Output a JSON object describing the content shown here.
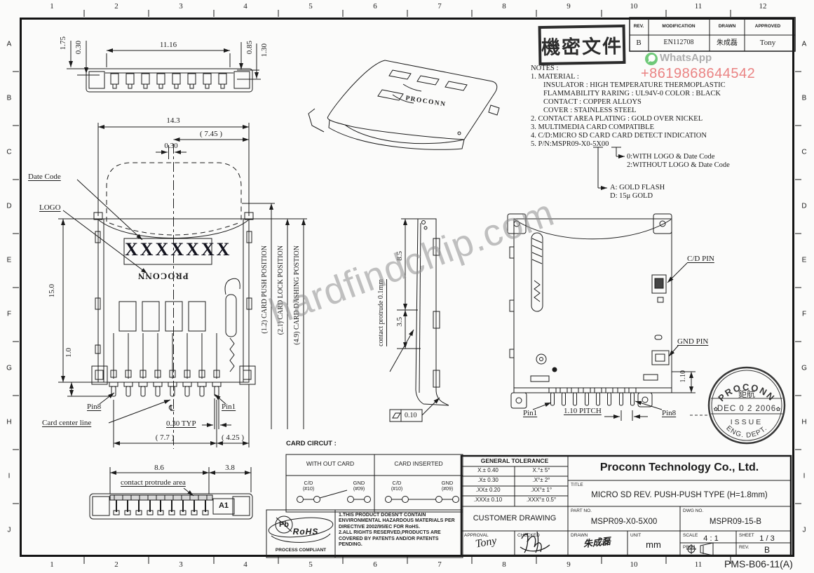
{
  "frame": {
    "cols": [
      "1",
      "2",
      "3",
      "4",
      "5",
      "6",
      "7",
      "8",
      "9",
      "10",
      "11",
      "12"
    ],
    "rows": [
      "A",
      "B",
      "C",
      "D",
      "E",
      "F",
      "G",
      "H",
      "I",
      "J"
    ],
    "doc_code": "PMS-B06-11(A)"
  },
  "colors": {
    "phone_red": "#ea8383",
    "whatsapp_green": "#57c163",
    "watermark_gray": "#8f8f8f"
  },
  "watermarks": {
    "site": "hardfindchip.com",
    "whatsapp": "WhatsApp",
    "phone": "+8619868644542"
  },
  "stamps": {
    "confidential": "機密文件",
    "issue": {
      "company": "PROCONN",
      "cn": "鉅航",
      "date": "DEC 0 2 2006",
      "label": "ISSUE",
      "dept": "ENG.  DEPT.",
      "flower": "✿"
    }
  },
  "rev_table": {
    "h": [
      "REV.",
      "MODIFICATION",
      "DRAWN",
      "APPROVED"
    ],
    "r": [
      "B",
      "EN112708",
      "朱成磊",
      "Tony"
    ]
  },
  "notes": {
    "l0": "NOTES :",
    "l1": "1. MATERIAL :",
    "l2": "INSULATOR : HIGH TEMPERATURE THERMOPLASTIC",
    "l3": "FLAMMABILITY RARING : UL94V-0 COLOR : BLACK",
    "l4": "CONTACT : COPPER ALLOYS",
    "l5": "COVER : STAINLESS STEEL",
    "l6": "2. CONTACT AREA PLATING : GOLD OVER NICKEL",
    "l7": "3. MULTIMEDIA CARD COMPATIBLE",
    "l8": "4. C/D:MICRO SD CARD CARD DETECT INDICATION",
    "l9": "5. P/N:MSPR09-X0-5X00",
    "opt0": "0:WITH LOGO & Date Code",
    "opt2": "2:WITHOUT LOGO & Date Code",
    "optA": "A: GOLD FLASH",
    "optD": "D: 15μ GOLD"
  },
  "top_view": {
    "d1": "1.75",
    "d2": "0.30",
    "d3": "11.16",
    "d4": "0.85",
    "d5": "1.30"
  },
  "front_view": {
    "w": "14.3",
    "half": "( 7.45 )",
    "off": "0.30",
    "h": "15.0",
    "pin": "1.0",
    "date_code": "Date Code",
    "logo": "LOGO",
    "marking": "XXXXXXX",
    "brand": "PROCONN",
    "pos1": "(1.2) CARD PUSH POSITION",
    "pos2": "(2.1) CARD LOCK POSITION",
    "pos3": "(4.9) CARD DASHING POSTION",
    "pin8": "Pin8",
    "pin1": "Pin1",
    "cl": "℄",
    "ccl": "Card center line",
    "typ": "0.30 TYP",
    "d77": "( 7.7 )",
    "d425": "( 4.25 )"
  },
  "side_view": {
    "d1": "8.5",
    "d2": "3.5",
    "protrude": "contact protrude 0.1mm",
    "flat": "0.10"
  },
  "back_view": {
    "cd": "C/D PIN",
    "gnd": "GND PIN",
    "d": "1.10",
    "pin1": "Pin1",
    "pitch": "1.10 PITCH",
    "pin8": "Pin8"
  },
  "bottom_view": {
    "d1": "8.6",
    "d2": "3.8",
    "area": "contact protrude area",
    "a1": "A1"
  },
  "iso_view": {
    "brand": "PROCONN"
  },
  "card_circuit": {
    "title": "CARD CIRCUT :",
    "no_card": "WITH OUT CARD",
    "inserted": "CARD INSERTED",
    "cd": "C/D",
    "cd_no": "(#10)",
    "gnd": "GND",
    "gnd_no": "(#09)"
  },
  "rohs": {
    "pb": "Pb",
    "name": "RoHS",
    "compliant": "PROCESS COMPLIANT",
    "t1": "1.THIS PRODUCT DOESN'T CONTAIN ENVIRONMENTAL HAZARDOUS MATERIALS PER DIRECTIVE 2002/95/EC FOR RoHS.",
    "t2": "2.ALL RIGHTS RESERVED,PRODUCTS ARE COVERED BY PATENTS AND/OR PATENTS PENDING."
  },
  "tolerance": {
    "title": "GENERAL TOLERANCE",
    "r0c0": "X.± 0.40",
    "r0c1": "X.°± 5°",
    "r1c0": ".X± 0.30",
    "r1c1": ".X°± 2°",
    "r2c0": ".XX± 0.20",
    "r2c1": ".XX°± 1°",
    "r3c0": ".XXX± 0.10",
    "r3c1": ".XXX°± 0.5°"
  },
  "title_block": {
    "company": "Proconn Technology Co., Ltd.",
    "title_label": "TITLE",
    "title": "MICRO SD REV. PUSH-PUSH TYPE  (H=1.8mm)",
    "customer": "CUSTOMER DRAWING",
    "part_label": "PART NO.",
    "part_no": "MSPR09-X0-5X00",
    "dwg_label": "DWG NO.",
    "dwg_no": "MSPR09-15-B",
    "approval_label": "APPROVAL",
    "approval": "Tony",
    "checked_label": "CHECKED",
    "drawn_label": "DRAWN",
    "drawn": "朱成磊",
    "unit_label": "UNIT",
    "unit": "mm",
    "scale_label": "SCALE",
    "scale": "4 : 1",
    "sheet_label": "SHEET",
    "sheet": "1 / 3",
    "proj_label": "PROJ.",
    "rev_label": "REV.",
    "rev": "B"
  }
}
